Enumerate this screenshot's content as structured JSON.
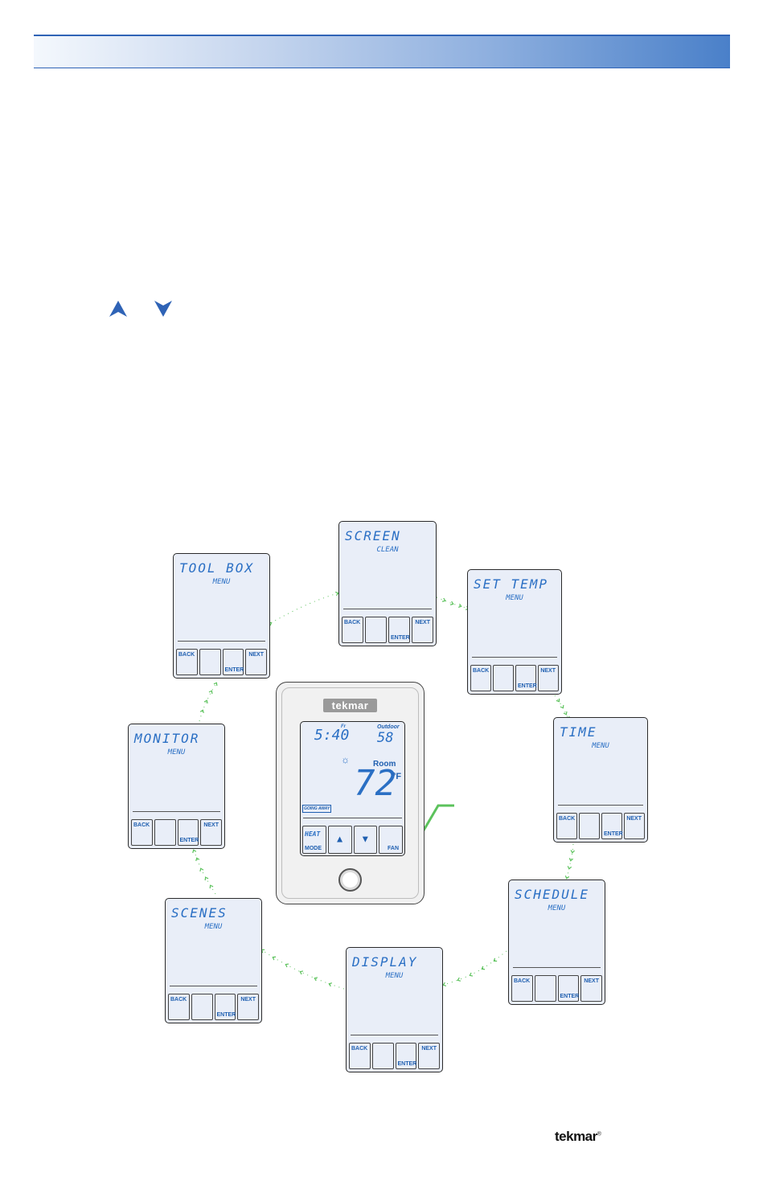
{
  "screens": [
    {
      "title": "SCREEN",
      "sub": "CLEAN"
    },
    {
      "title": "SET TEMP",
      "sub": "MENU"
    },
    {
      "title": "TIME",
      "sub": "MENU"
    },
    {
      "title": "SCHEDULE",
      "sub": "MENU"
    },
    {
      "title": "DISPLAY",
      "sub": "MENU"
    },
    {
      "title": "SCENES",
      "sub": "MENU"
    },
    {
      "title": "MONITOR",
      "sub": "MENU"
    },
    {
      "title": "TOOL BOX",
      "sub": "MENU"
    }
  ],
  "buttons": {
    "back": "BACK",
    "enter": "ENTER",
    "next": "NEXT"
  },
  "thermostat": {
    "brand": "tekmar",
    "time": "5:40",
    "day": "Fr",
    "outdoor_label": "Outdoor",
    "outdoor_temp": "58",
    "room_label": "Room",
    "room_temp": "72",
    "unit": "°F",
    "away_label": "GOING AWAY",
    "mode_lcd": "HEAT",
    "mode_label": "MODE",
    "fan_label": "FAN"
  },
  "footer": {
    "logo": "tekmar",
    "mark": "®"
  },
  "colors": {
    "arrow_green": "#5cc25c",
    "lcd_blue": "#2a6fc4",
    "header_blue": "#4a80c9"
  }
}
